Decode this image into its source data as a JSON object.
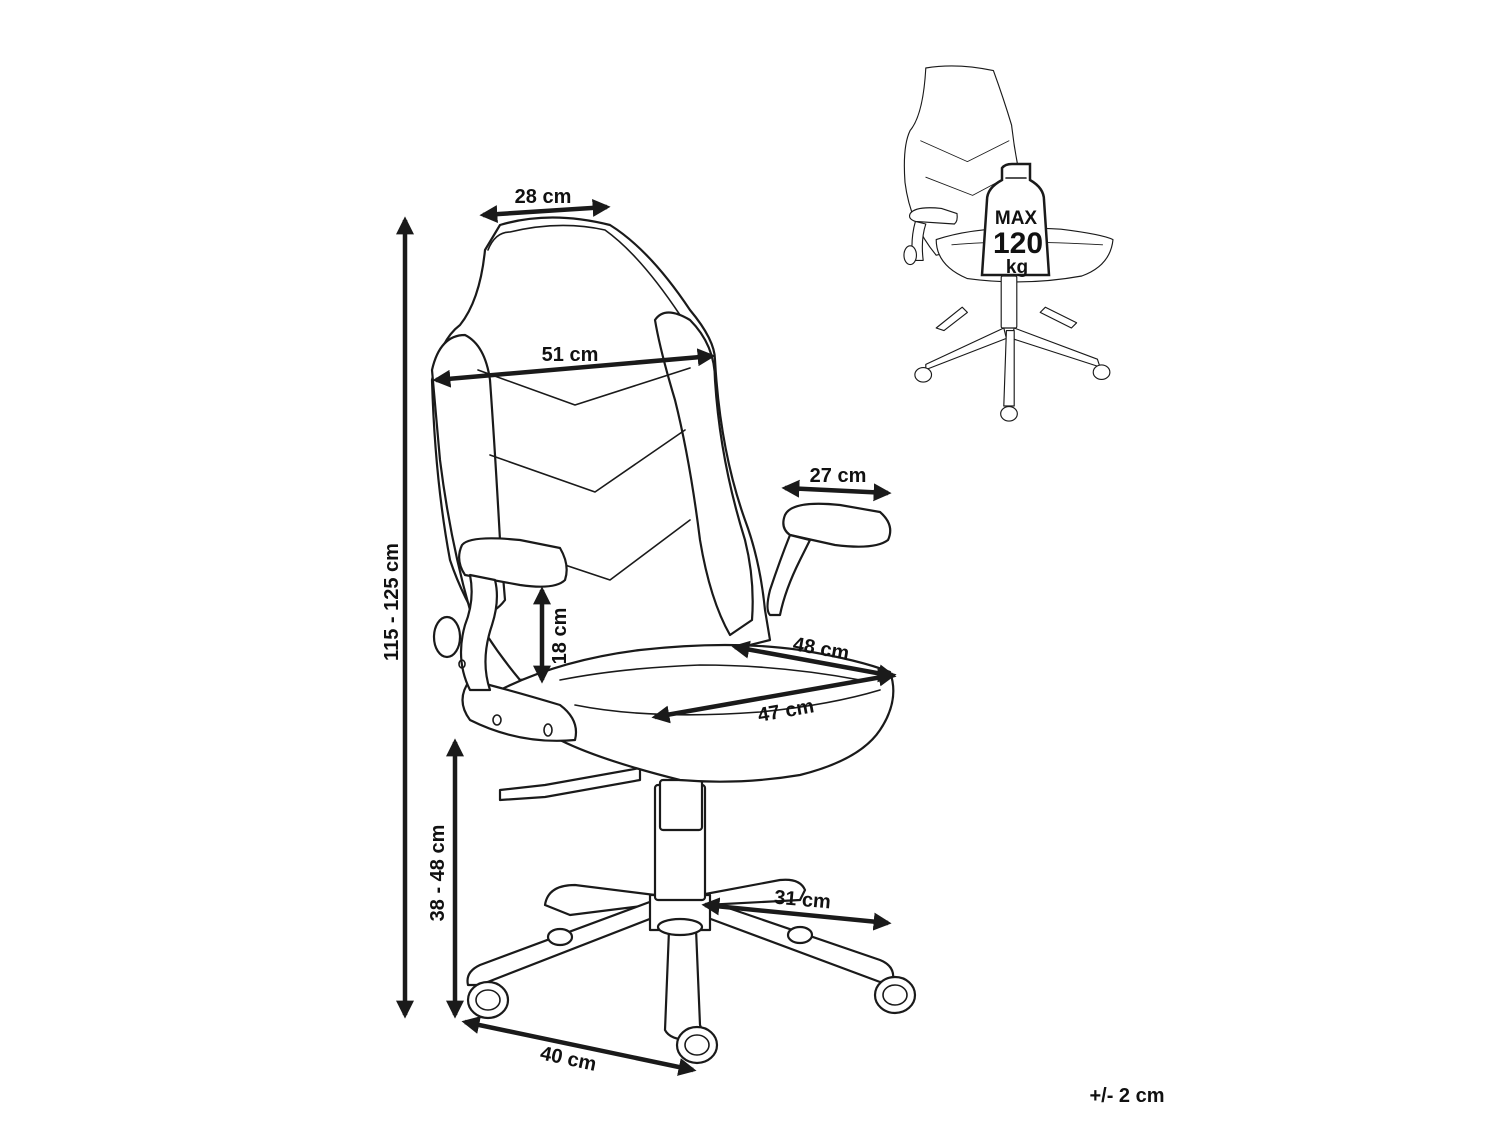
{
  "dimensions": {
    "headrest_width": "28 cm",
    "backrest_width": "51 cm",
    "armrest_length": "27 cm",
    "armrest_height": "18 cm",
    "seat_width": "48 cm",
    "seat_depth": "47 cm",
    "base_radius": "31 cm",
    "base_width": "40 cm",
    "total_height": "115 - 125 cm",
    "seat_height": "38 - 48 cm"
  },
  "max_load": {
    "line1": "MAX",
    "line2": "120",
    "line3": "kg"
  },
  "tolerance": "+/- 2 cm",
  "colors": {
    "line": "#1a1a1a",
    "background": "#ffffff"
  }
}
